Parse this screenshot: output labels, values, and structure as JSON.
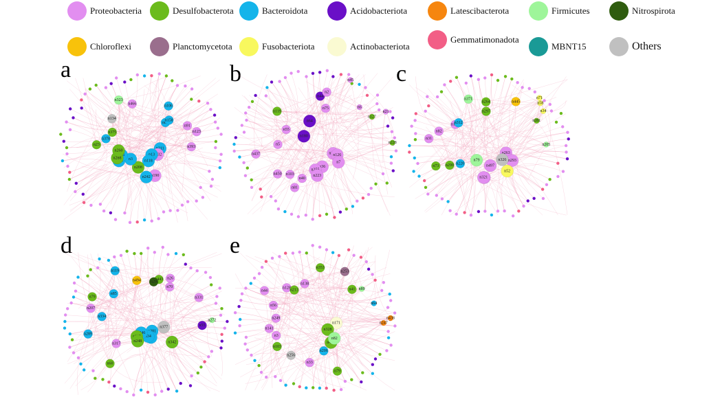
{
  "legend": [
    {
      "name": "Proteobacteria",
      "color": "#e28ef0"
    },
    {
      "name": "Desulfobacterota",
      "color": "#6bbb1c"
    },
    {
      "name": "Bacteroidota",
      "color": "#14b4ea"
    },
    {
      "name": "Acidobacteriota",
      "color": "#6a0fc7"
    },
    {
      "name": "Latescibacterota",
      "color": "#f6860f"
    },
    {
      "name": "Firmicutes",
      "color": "#9ef59a"
    },
    {
      "name": "Nitrospirota",
      "color": "#2f5c0f"
    },
    {
      "name": "Chloroflexi",
      "color": "#f8c20b"
    },
    {
      "name": "Planctomycetota",
      "color": "#9a6e8d"
    },
    {
      "name": "Fusobacteriota",
      "color": "#f8f85e"
    },
    {
      "name": "Actinobacteriota",
      "color": "#fafad2"
    },
    {
      "name": "Gemmatimonadota",
      "color": "#f25e86"
    },
    {
      "name": "MBNT15",
      "color": "#1a9a96"
    },
    {
      "name": "Others",
      "color": "#c0c0c0"
    }
  ],
  "panels": [
    {
      "letter": "a",
      "nodes": [
        {
          "label": "n211",
          "phylum": 2,
          "size": "big"
        },
        {
          "label": "n332",
          "phylum": 0,
          "size": "big"
        },
        {
          "label": "n13",
          "phylum": 2,
          "size": "big"
        },
        {
          "label": "n118",
          "phylum": 2,
          "size": "big"
        },
        {
          "label": "n190",
          "phylum": 0,
          "size": "big"
        },
        {
          "label": "n242",
          "phylum": 2,
          "size": "big"
        },
        {
          "label": "n208",
          "phylum": 1,
          "size": "big"
        },
        {
          "label": "n3",
          "phylum": 2,
          "size": "big"
        },
        {
          "label": "n436",
          "phylum": 2,
          "size": "big"
        },
        {
          "label": "n76",
          "phylum": 2,
          "size": "big"
        },
        {
          "label": "n288",
          "phylum": 1,
          "size": "big"
        },
        {
          "label": "n260",
          "phylum": 1,
          "size": "big"
        },
        {
          "label": "n23",
          "phylum": 1,
          "size": "mid"
        },
        {
          "label": "n378",
          "phylum": 2,
          "size": "mid"
        },
        {
          "label": "n375",
          "phylum": 1,
          "size": "mid"
        },
        {
          "label": "n134",
          "phylum": 13,
          "size": "mid"
        },
        {
          "label": "n323",
          "phylum": 5,
          "size": "mid"
        },
        {
          "label": "n466",
          "phylum": 0,
          "size": "mid"
        },
        {
          "label": "n106",
          "phylum": 2,
          "size": "mid"
        },
        {
          "label": "n82",
          "phylum": 2,
          "size": "mid"
        },
        {
          "label": "n158",
          "phylum": 2,
          "size": "mid"
        },
        {
          "label": "n123",
          "phylum": 0,
          "size": "mid"
        },
        {
          "label": "n91",
          "phylum": 0,
          "size": "mid"
        },
        {
          "label": "n393",
          "phylum": 0,
          "size": "mid"
        }
      ]
    },
    {
      "letter": "b",
      "nodes": [
        {
          "label": "n157",
          "phylum": 0,
          "size": "big"
        },
        {
          "label": "n126",
          "phylum": 0,
          "size": "big"
        },
        {
          "label": "n7",
          "phylum": 0,
          "size": "big"
        },
        {
          "label": "n36",
          "phylum": 0,
          "size": "big"
        },
        {
          "label": "n255",
          "phylum": 0,
          "size": "big"
        },
        {
          "label": "n223",
          "phylum": 0,
          "size": "big"
        },
        {
          "label": "n81",
          "phylum": 0,
          "size": "mid"
        },
        {
          "label": "n40",
          "phylum": 0,
          "size": "mid"
        },
        {
          "label": "n103",
          "phylum": 0,
          "size": "mid"
        },
        {
          "label": "n450",
          "phylum": 0,
          "size": "mid"
        },
        {
          "label": "n437",
          "phylum": 0,
          "size": "mid"
        },
        {
          "label": "n5",
          "phylum": 0,
          "size": "mid"
        },
        {
          "label": "n55",
          "phylum": 0,
          "size": "mid"
        },
        {
          "label": "n119",
          "phylum": 1,
          "size": "mid"
        },
        {
          "label": "n180",
          "phylum": 3,
          "size": "big"
        },
        {
          "label": "n64",
          "phylum": 3,
          "size": "big"
        },
        {
          "label": "n44",
          "phylum": 3,
          "size": "mid"
        },
        {
          "label": "n2",
          "phylum": 0,
          "size": "mid"
        },
        {
          "label": "n75",
          "phylum": 0,
          "size": "mid"
        },
        {
          "label": "n45",
          "phylum": 0,
          "size": "small"
        },
        {
          "label": "n21",
          "phylum": 0,
          "size": "small"
        },
        {
          "label": "n6",
          "phylum": 0,
          "size": "small"
        },
        {
          "label": "n127",
          "phylum": 1,
          "size": "small"
        },
        {
          "label": "n228",
          "phylum": 1,
          "size": "small"
        }
      ]
    },
    {
      "letter": "c",
      "nodes": [
        {
          "label": "n263",
          "phylum": 0,
          "size": "big"
        },
        {
          "label": "n293",
          "phylum": 0,
          "size": "big"
        },
        {
          "label": "n326",
          "phylum": 13,
          "size": "big"
        },
        {
          "label": "n52",
          "phylum": 9,
          "size": "big"
        },
        {
          "label": "n497",
          "phylum": 0,
          "size": "big"
        },
        {
          "label": "n435",
          "phylum": 0,
          "size": "big"
        },
        {
          "label": "n321",
          "phylum": 0,
          "size": "big"
        },
        {
          "label": "n79",
          "phylum": 5,
          "size": "big"
        },
        {
          "label": "n220",
          "phylum": 2,
          "size": "mid"
        },
        {
          "label": "n73",
          "phylum": 1,
          "size": "mid"
        },
        {
          "label": "n299",
          "phylum": 1,
          "size": "mid"
        },
        {
          "label": "n31",
          "phylum": 0,
          "size": "mid"
        },
        {
          "label": "n82",
          "phylum": 0,
          "size": "mid"
        },
        {
          "label": "n121",
          "phylum": 0,
          "size": "mid"
        },
        {
          "label": "n312",
          "phylum": 2,
          "size": "mid"
        },
        {
          "label": "n371",
          "phylum": 5,
          "size": "mid"
        },
        {
          "label": "n264",
          "phylum": 1,
          "size": "mid"
        },
        {
          "label": "n297",
          "phylum": 1,
          "size": "mid"
        },
        {
          "label": "n445",
          "phylum": 7,
          "size": "mid"
        },
        {
          "label": "n71",
          "phylum": 9,
          "size": "small"
        },
        {
          "label": "n58",
          "phylum": 9,
          "size": "small"
        },
        {
          "label": "n34",
          "phylum": 9,
          "size": "small"
        },
        {
          "label": "n281",
          "phylum": 1,
          "size": "small"
        },
        {
          "label": "n205",
          "phylum": 5,
          "size": "small"
        }
      ]
    },
    {
      "letter": "d",
      "nodes": [
        {
          "label": "n377",
          "phylum": 13,
          "size": "big"
        },
        {
          "label": "n342",
          "phylum": 1,
          "size": "big"
        },
        {
          "label": "n281",
          "phylum": 2,
          "size": "big"
        },
        {
          "label": "n8",
          "phylum": 2,
          "size": "big"
        },
        {
          "label": "n34",
          "phylum": 2,
          "size": "big"
        },
        {
          "label": "n246",
          "phylum": 2,
          "size": "big"
        },
        {
          "label": "n235",
          "phylum": 1,
          "size": "big"
        },
        {
          "label": "n248",
          "phylum": 1,
          "size": "big"
        },
        {
          "label": "n60",
          "phylum": 1,
          "size": "mid"
        },
        {
          "label": "n317",
          "phylum": 0,
          "size": "mid"
        },
        {
          "label": "n289",
          "phylum": 2,
          "size": "mid"
        },
        {
          "label": "n207",
          "phylum": 0,
          "size": "mid"
        },
        {
          "label": "n334",
          "phylum": 2,
          "size": "mid"
        },
        {
          "label": "n79",
          "phylum": 1,
          "size": "mid"
        },
        {
          "label": "n85",
          "phylum": 2,
          "size": "mid"
        },
        {
          "label": "n119",
          "phylum": 2,
          "size": "mid"
        },
        {
          "label": "n494",
          "phylum": 7,
          "size": "mid"
        },
        {
          "label": "n443",
          "phylum": 1,
          "size": "mid"
        },
        {
          "label": "n29",
          "phylum": 6,
          "size": "mid"
        },
        {
          "label": "n26",
          "phylum": 0,
          "size": "mid"
        },
        {
          "label": "n70",
          "phylum": 0,
          "size": "mid"
        },
        {
          "label": "n331",
          "phylum": 0,
          "size": "mid"
        },
        {
          "label": "n55",
          "phylum": 3,
          "size": "mid"
        },
        {
          "label": "n272",
          "phylum": 5,
          "size": "small"
        }
      ]
    },
    {
      "letter": "e",
      "nodes": [
        {
          "label": "n171",
          "phylum": 10,
          "size": "big"
        },
        {
          "label": "n328",
          "phylum": 1,
          "size": "big"
        },
        {
          "label": "n409",
          "phylum": 1,
          "size": "big"
        },
        {
          "label": "n82",
          "phylum": 5,
          "size": "big"
        },
        {
          "label": "n79",
          "phylum": 1,
          "size": "mid"
        },
        {
          "label": "n206",
          "phylum": 2,
          "size": "mid"
        },
        {
          "label": "n33",
          "phylum": 0,
          "size": "mid"
        },
        {
          "label": "n256",
          "phylum": 13,
          "size": "mid"
        },
        {
          "label": "n103",
          "phylum": 1,
          "size": "mid"
        },
        {
          "label": "n3",
          "phylum": 0,
          "size": "mid"
        },
        {
          "label": "n249",
          "phylum": 0,
          "size": "mid"
        },
        {
          "label": "n141",
          "phylum": 0,
          "size": "mid"
        },
        {
          "label": "n44",
          "phylum": 0,
          "size": "mid"
        },
        {
          "label": "n56",
          "phylum": 0,
          "size": "mid"
        },
        {
          "label": "n128",
          "phylum": 0,
          "size": "mid"
        },
        {
          "label": "n213",
          "phylum": 1,
          "size": "mid"
        },
        {
          "label": "n138",
          "phylum": 0,
          "size": "mid"
        },
        {
          "label": "n353",
          "phylum": 1,
          "size": "mid"
        },
        {
          "label": "n253",
          "phylum": 8,
          "size": "mid"
        },
        {
          "label": "n41",
          "phylum": 1,
          "size": "mid"
        },
        {
          "label": "n89",
          "phylum": 5,
          "size": "small"
        },
        {
          "label": "n64",
          "phylum": 2,
          "size": "small"
        },
        {
          "label": "n247",
          "phylum": 4,
          "size": "small"
        },
        {
          "label": "n438",
          "phylum": 4,
          "size": "small"
        }
      ]
    }
  ]
}
